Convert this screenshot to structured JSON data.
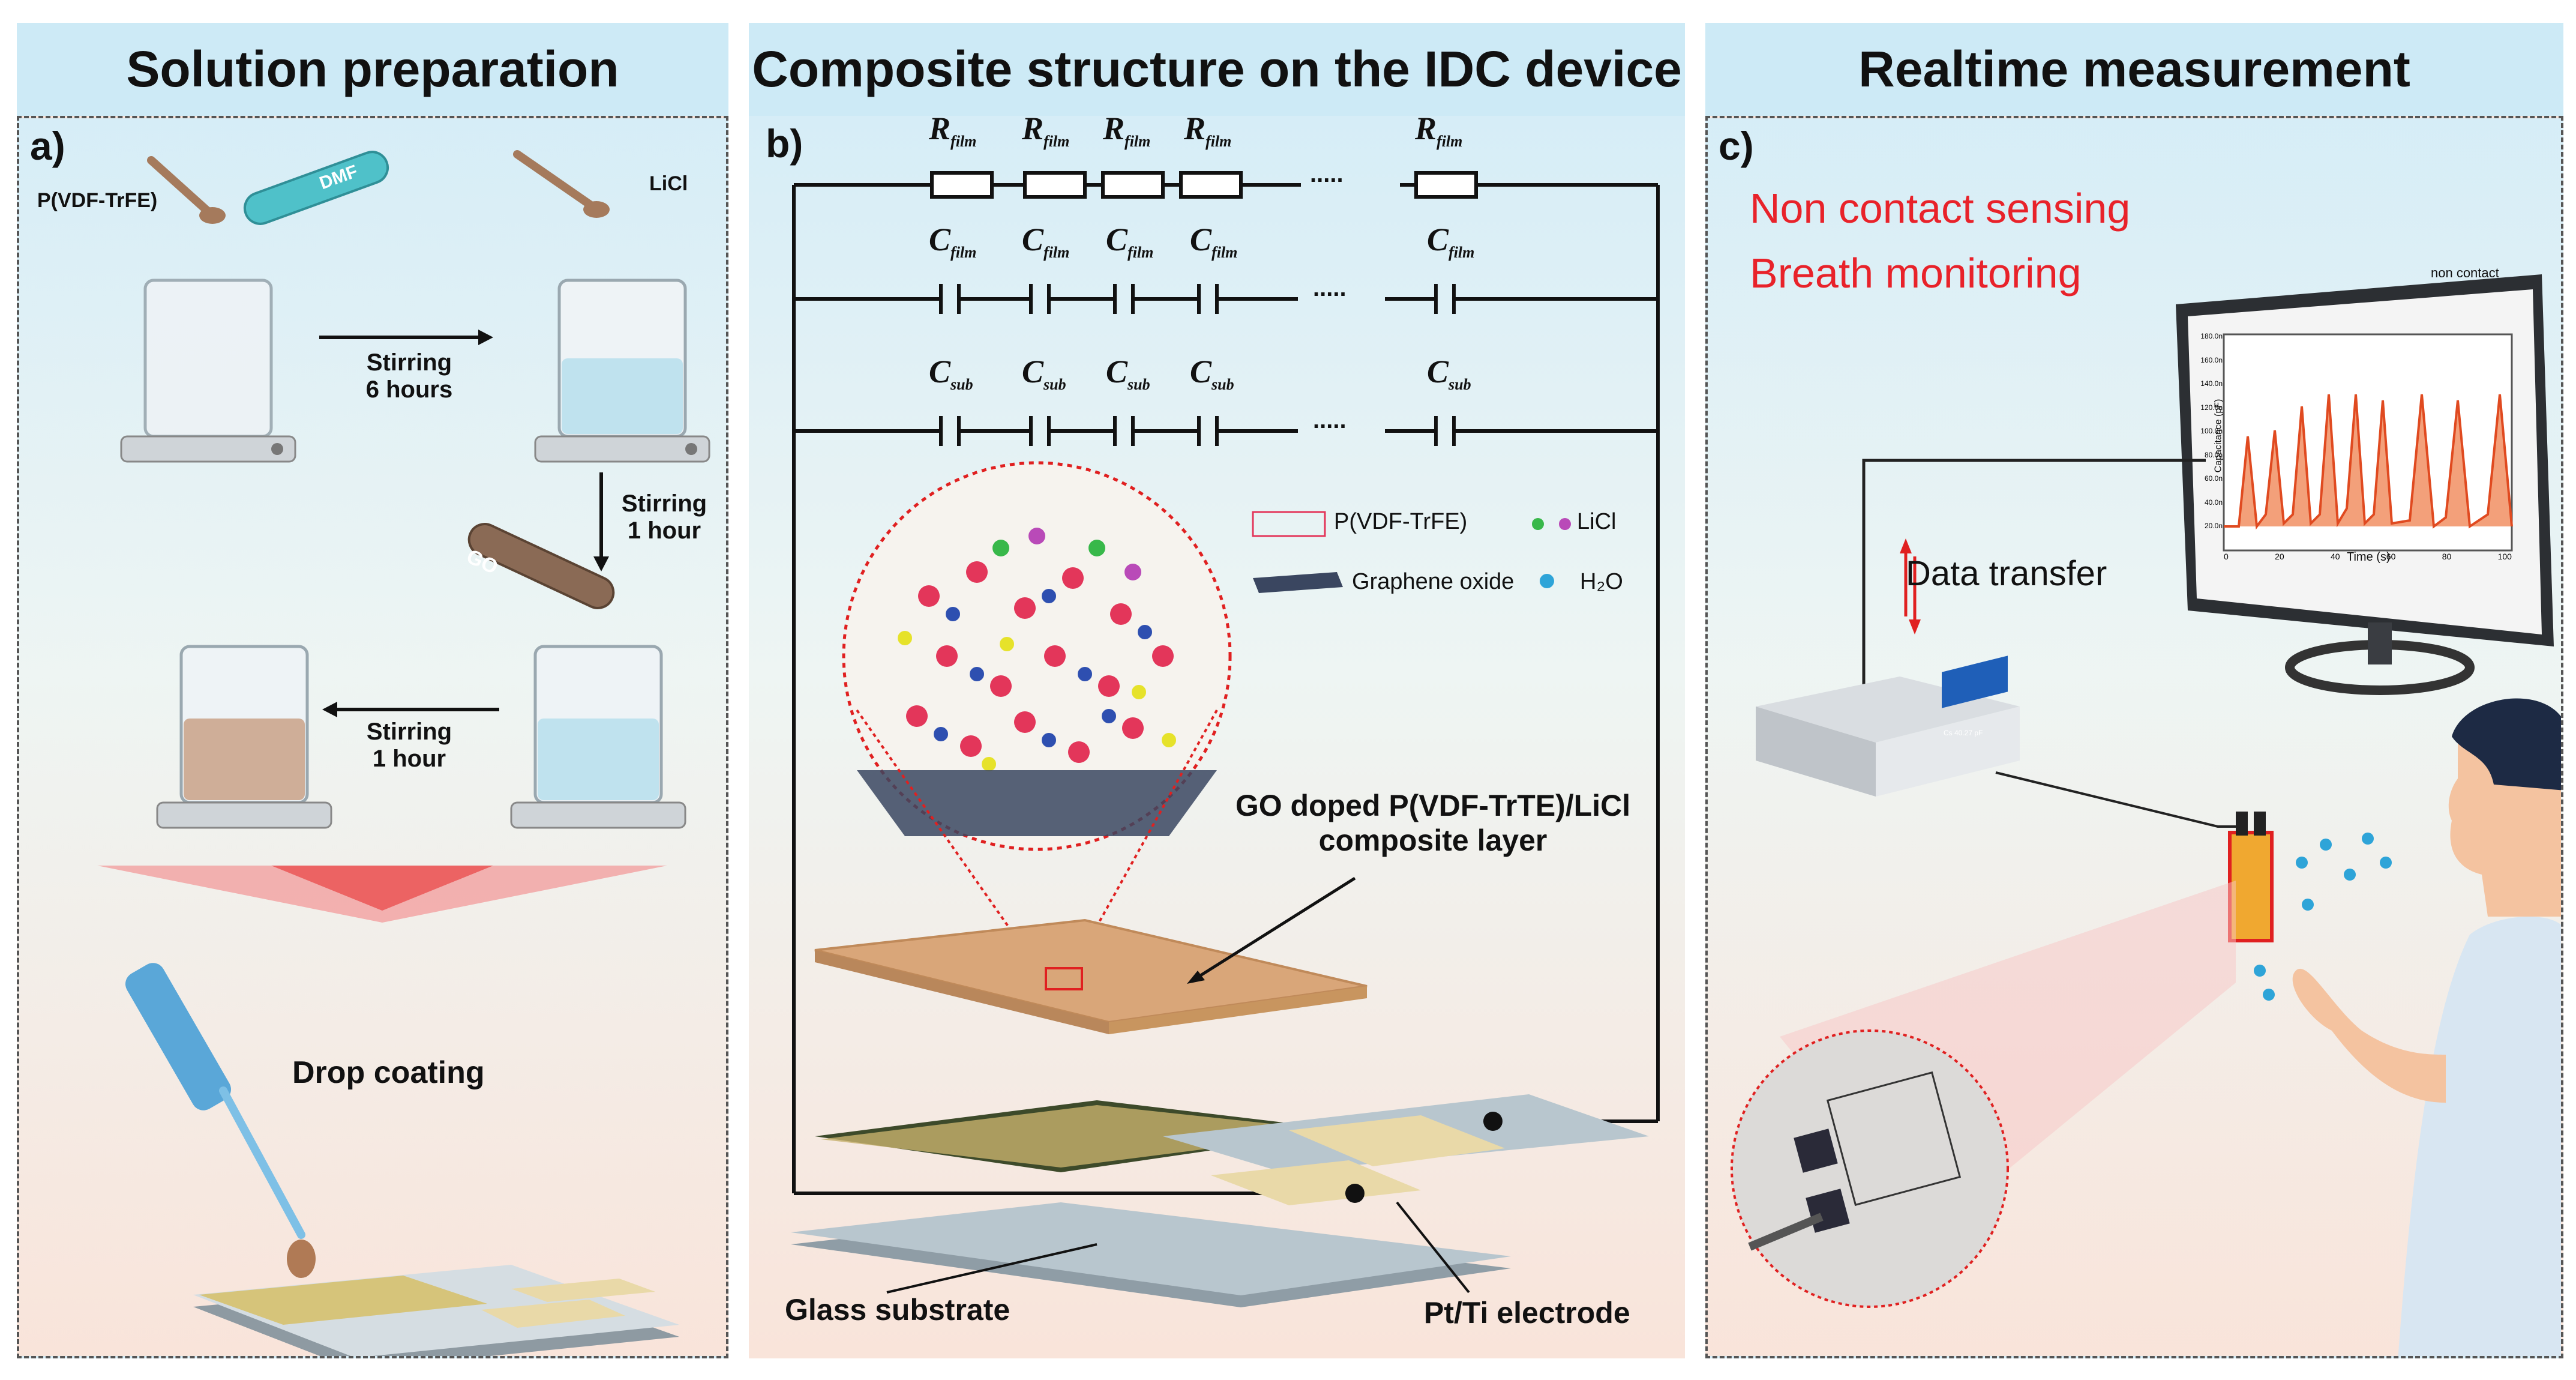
{
  "panel_a": {
    "title": "Solution preparation",
    "letter": "a)",
    "pvdf_label": "P(VDF-TrFE)",
    "dmf_label": "DMF",
    "licl_label": "LiCl",
    "go_label": "GO",
    "step1_line1": "Stirring",
    "step1_line2": "6 hours",
    "step2_line1": "Stirring",
    "step2_line2": "1 hour",
    "step3_line1": "Stirring",
    "step3_line2": "1 hour",
    "drop_label": "Drop coating"
  },
  "panel_b": {
    "title": "Composite structure on the IDC device",
    "letter": "b)",
    "r_label": "R",
    "r_sub": "film",
    "c_label": "C",
    "c_film_sub": "film",
    "c_sub_sub": "sub",
    "legend_pvdf": "P(VDF-TrFE)",
    "legend_licl": "LiCl",
    "legend_go": "Graphene oxide",
    "legend_h2o": "H₂O",
    "layer_line1": "GO doped P(VDF-TrTE)/LiCl",
    "layer_line2": "composite layer",
    "glass_label": "Glass substrate",
    "electrode_label": "Pt/Ti electrode",
    "dots": "....."
  },
  "panel_c": {
    "title": "Realtime measurement",
    "letter": "c)",
    "feature1": "Non contact sensing",
    "feature2": "Breath monitoring",
    "data_label": "Data transfer",
    "screen_title": "non contact",
    "screen_xlabel": "Time (s)",
    "screen_ylabel": "Capacitance (pF)",
    "screen_xticks": [
      "0",
      "20",
      "40",
      "60",
      "80",
      "100"
    ],
    "screen_yticks": [
      "180.0n",
      "160.0n",
      "140.0n",
      "120.0n",
      "100.0n",
      "80.0n",
      "60.0n",
      "40.0n",
      "20.0n"
    ],
    "meter_text": "Cs 40.27 pF"
  },
  "colors": {
    "header_bg": "#cdeaf6",
    "red_text": "#e8222a",
    "composite": "#d9a679",
    "wire": "#111111"
  }
}
